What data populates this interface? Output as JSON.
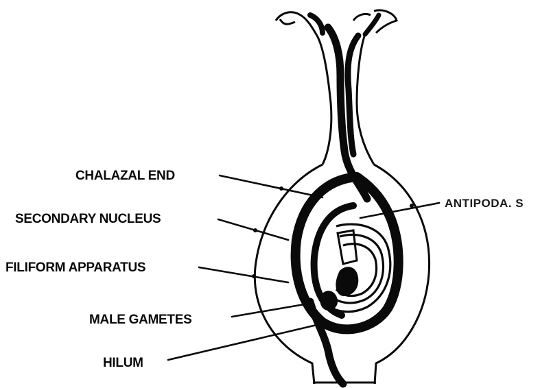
{
  "labels": {
    "chalazal_end": "CHALAZAL END",
    "secondary_nucleus": "SECONDARY NUCLEUS",
    "filiform_apparatus": "FILIFORM APPARATUS",
    "male_gametes": "MALE GAMETES",
    "hilum": "HILUM",
    "antipodal": "ANTIPODA. S"
  },
  "colors": {
    "ink": "#0a0a0a",
    "background": "#ffffff"
  }
}
